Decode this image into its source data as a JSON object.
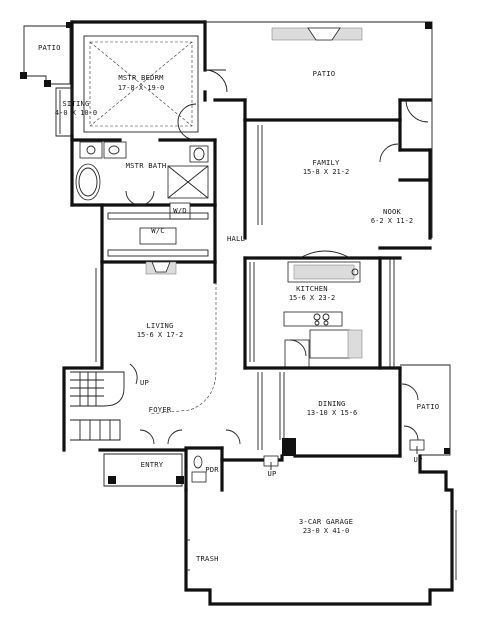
{
  "rooms": [
    {
      "id": "patio-nw",
      "name": "PATIO",
      "dims": ""
    },
    {
      "id": "mstr-bedrm",
      "name": "MSTR BEDRM",
      "dims": "17-8 X 19-0"
    },
    {
      "id": "patio-top",
      "name": "PATIO",
      "dims": ""
    },
    {
      "id": "siting",
      "name": "SITING",
      "dims": "4-0 X 10-0"
    },
    {
      "id": "mstr-bath",
      "name": "MSTR BATH",
      "dims": ""
    },
    {
      "id": "family",
      "name": "FAMILY",
      "dims": "15-8 X 21-2"
    },
    {
      "id": "nook",
      "name": "NOOK",
      "dims": "6-2 X 11-2"
    },
    {
      "id": "wd",
      "name": "W/D",
      "dims": ""
    },
    {
      "id": "wic",
      "name": "W/C",
      "dims": ""
    },
    {
      "id": "hall",
      "name": "HALL",
      "dims": ""
    },
    {
      "id": "kitchen",
      "name": "KITCHEN",
      "dims": "15-6 X 23-2"
    },
    {
      "id": "living",
      "name": "LIVING",
      "dims": "15-6 X 17-2"
    },
    {
      "id": "up-stair",
      "name": "UP",
      "dims": ""
    },
    {
      "id": "foyer",
      "name": "FOYER",
      "dims": ""
    },
    {
      "id": "dining",
      "name": "DINING",
      "dims": "13-10 X 15-6"
    },
    {
      "id": "patio-east",
      "name": "PATIO",
      "dims": ""
    },
    {
      "id": "entry",
      "name": "ENTRY",
      "dims": ""
    },
    {
      "id": "pdr",
      "name": "PDR",
      "dims": ""
    },
    {
      "id": "up-garage-1",
      "name": "UP",
      "dims": ""
    },
    {
      "id": "up-garage-2",
      "name": "UP",
      "dims": ""
    },
    {
      "id": "garage",
      "name": "3-CAR GARAGE",
      "dims": "23-0 X 41-0"
    },
    {
      "id": "trash",
      "name": "TRASH",
      "dims": ""
    }
  ]
}
